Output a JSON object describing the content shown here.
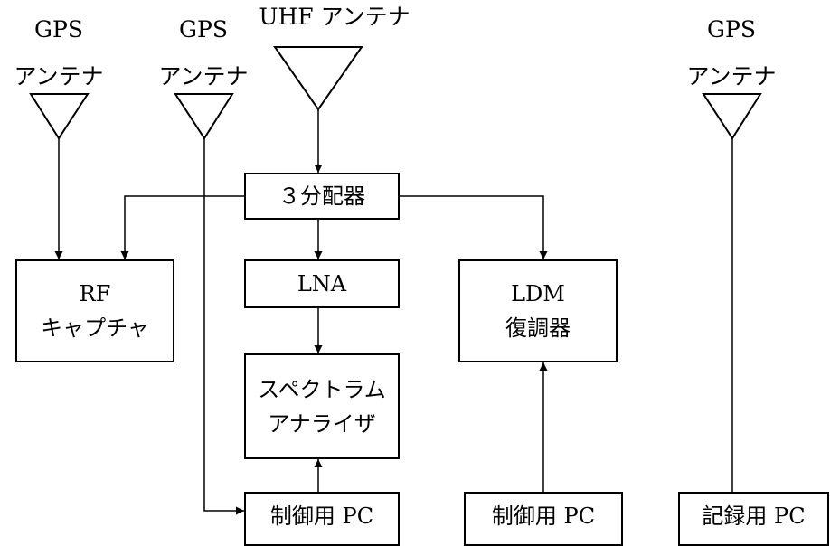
{
  "antennas": {
    "gps1": {
      "line1": "GPS",
      "line2": "アンテナ"
    },
    "gps2": {
      "line1": "GPS",
      "line2": "アンテナ"
    },
    "uhf": {
      "line1": "UHF アンテナ"
    },
    "gps3": {
      "line1": "GPS",
      "line2": "アンテナ"
    }
  },
  "boxes": {
    "splitter": {
      "line1": "３分配器"
    },
    "rf_capture": {
      "line1": "RF",
      "line2": "キャプチャ"
    },
    "lna": {
      "line1": "LNA"
    },
    "ldm": {
      "line1": "LDM",
      "line2": "復調器"
    },
    "spectrum": {
      "line1": "スペクトラム",
      "line2": "アナライザ"
    },
    "pc_control_1": {
      "line1": "制御用 PC"
    },
    "pc_control_2": {
      "line1": "制御用 PC"
    },
    "pc_record": {
      "line1": "記録用 PC"
    }
  }
}
